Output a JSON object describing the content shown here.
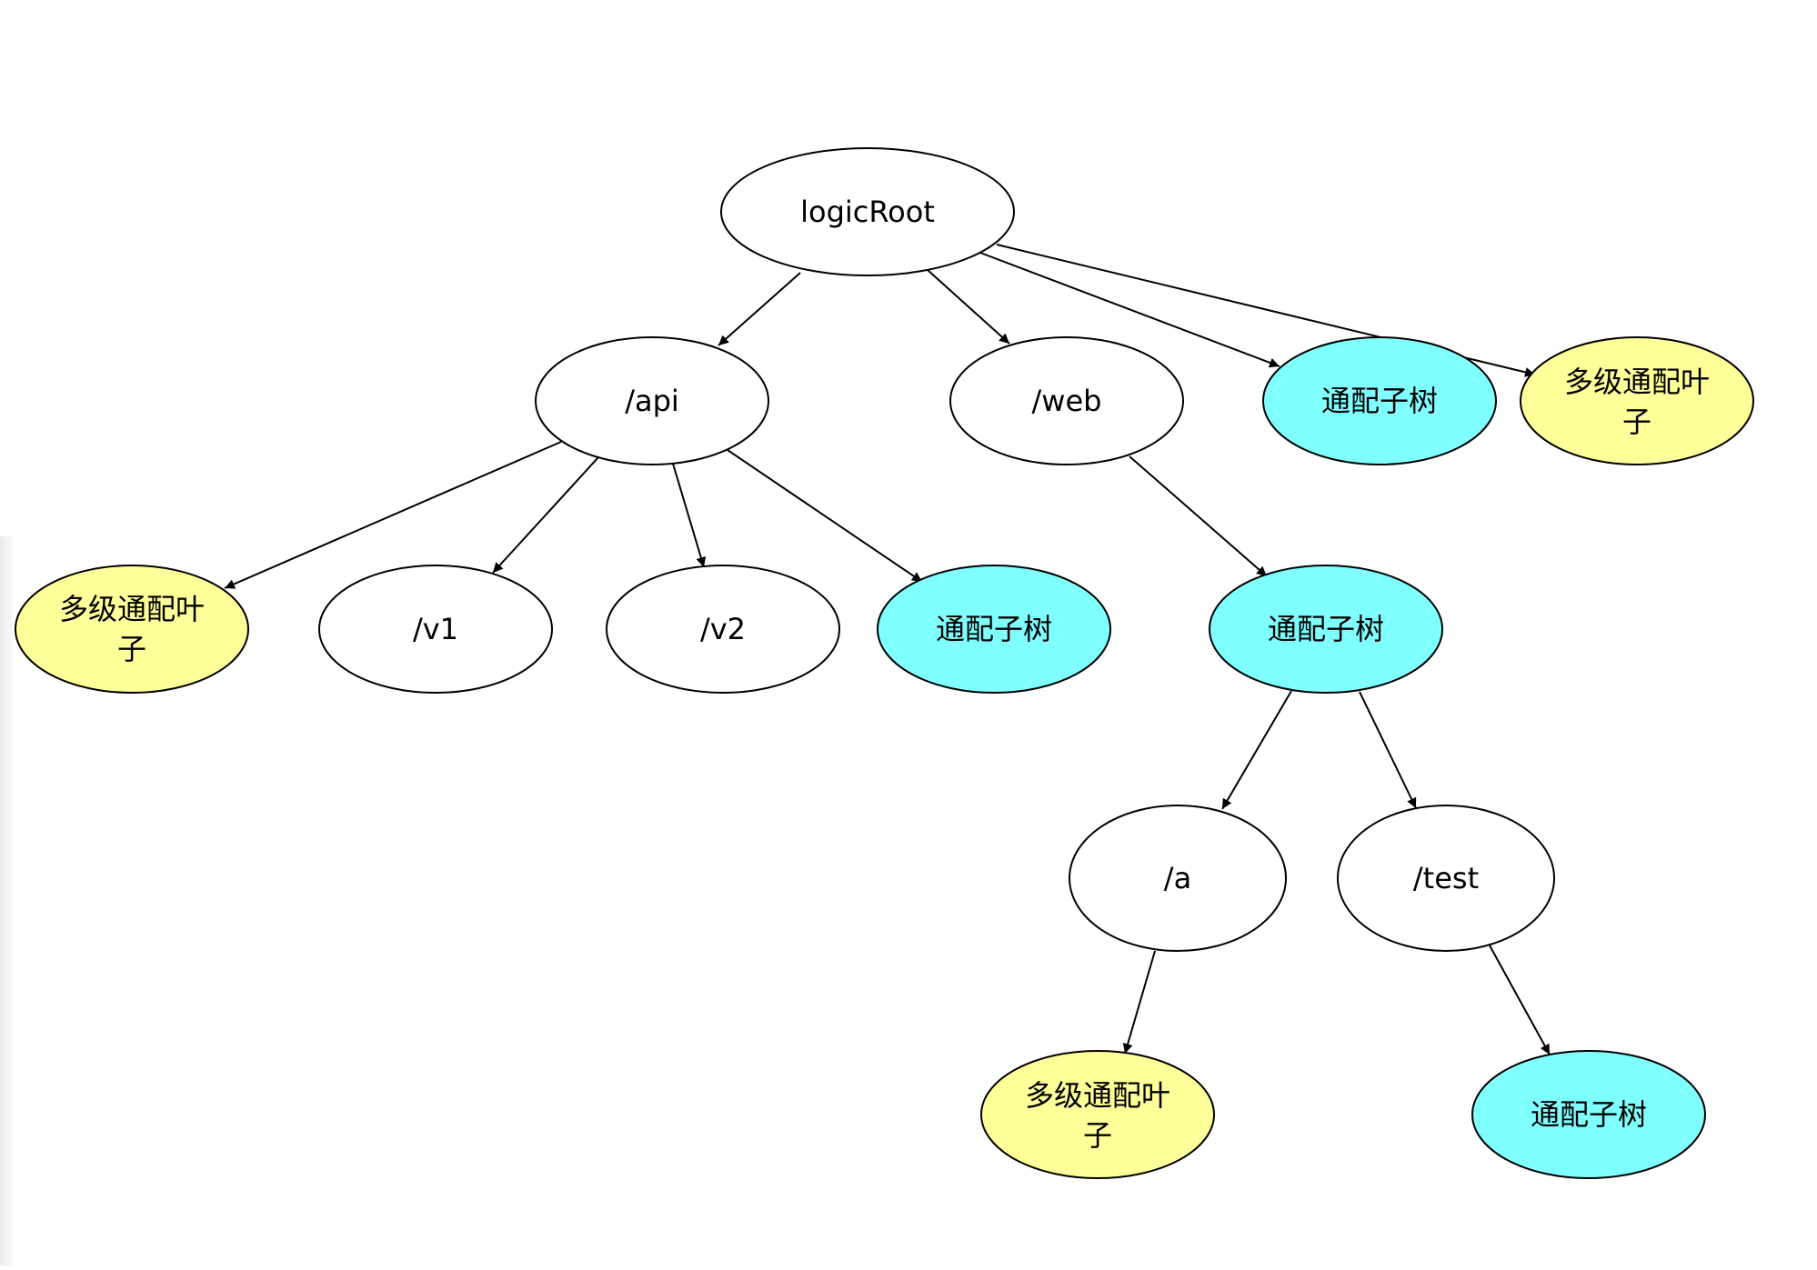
{
  "colors": {
    "default_fill": "#ffffff",
    "wildcard_subtree_fill": "#80ffff",
    "multilevel_leaf_fill": "#ffff99",
    "stroke": "#000000"
  },
  "nodes": {
    "logicRoot": {
      "label": "logicRoot"
    },
    "api": {
      "label": "/api"
    },
    "web": {
      "label": "/web"
    },
    "root_subtree": {
      "label": "通配子树"
    },
    "root_leaf": {
      "label_line1": "多级通配叶",
      "label_line2": "子"
    },
    "api_leaf": {
      "label_line1": "多级通配叶",
      "label_line2": "子"
    },
    "v1": {
      "label": "/v1"
    },
    "v2": {
      "label": "/v2"
    },
    "api_subtree": {
      "label": "通配子树"
    },
    "web_subtree": {
      "label": "通配子树"
    },
    "a": {
      "label": "/a"
    },
    "test": {
      "label": "/test"
    },
    "a_leaf": {
      "label_line1": "多级通配叶",
      "label_line2": "子"
    },
    "test_subtree": {
      "label": "通配子树"
    }
  },
  "edges": [
    [
      "logicRoot",
      "api"
    ],
    [
      "logicRoot",
      "web"
    ],
    [
      "logicRoot",
      "root_subtree"
    ],
    [
      "logicRoot",
      "root_leaf"
    ],
    [
      "api",
      "api_leaf"
    ],
    [
      "api",
      "v1"
    ],
    [
      "api",
      "v2"
    ],
    [
      "api",
      "api_subtree"
    ],
    [
      "web",
      "web_subtree"
    ],
    [
      "web_subtree",
      "a"
    ],
    [
      "web_subtree",
      "test"
    ],
    [
      "a",
      "a_leaf"
    ],
    [
      "test",
      "test_subtree"
    ]
  ]
}
